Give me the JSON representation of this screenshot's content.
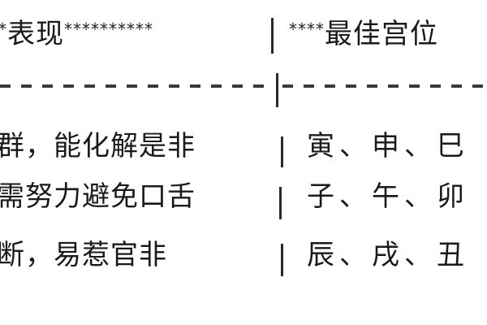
{
  "table": {
    "header": {
      "left_prefix_stars": "*",
      "left_title": "表现",
      "left_suffix_stars": "**********",
      "right_prefix_stars": "****",
      "right_title": "最佳宫位"
    },
    "separator": {
      "left_dash_count": 13,
      "right_dash_count": 10
    },
    "rows": [
      {
        "description": "群，能化解是非",
        "palaces": "寅、申、巳"
      },
      {
        "description": "需努力避免口舌",
        "palaces": "子、午、卯"
      },
      {
        "description": "断，易惹官非",
        "palaces": "辰、戌、丑"
      }
    ]
  },
  "colors": {
    "background": "#ffffff",
    "text": "#1a1a1a",
    "rule": "#2a2a2a"
  }
}
